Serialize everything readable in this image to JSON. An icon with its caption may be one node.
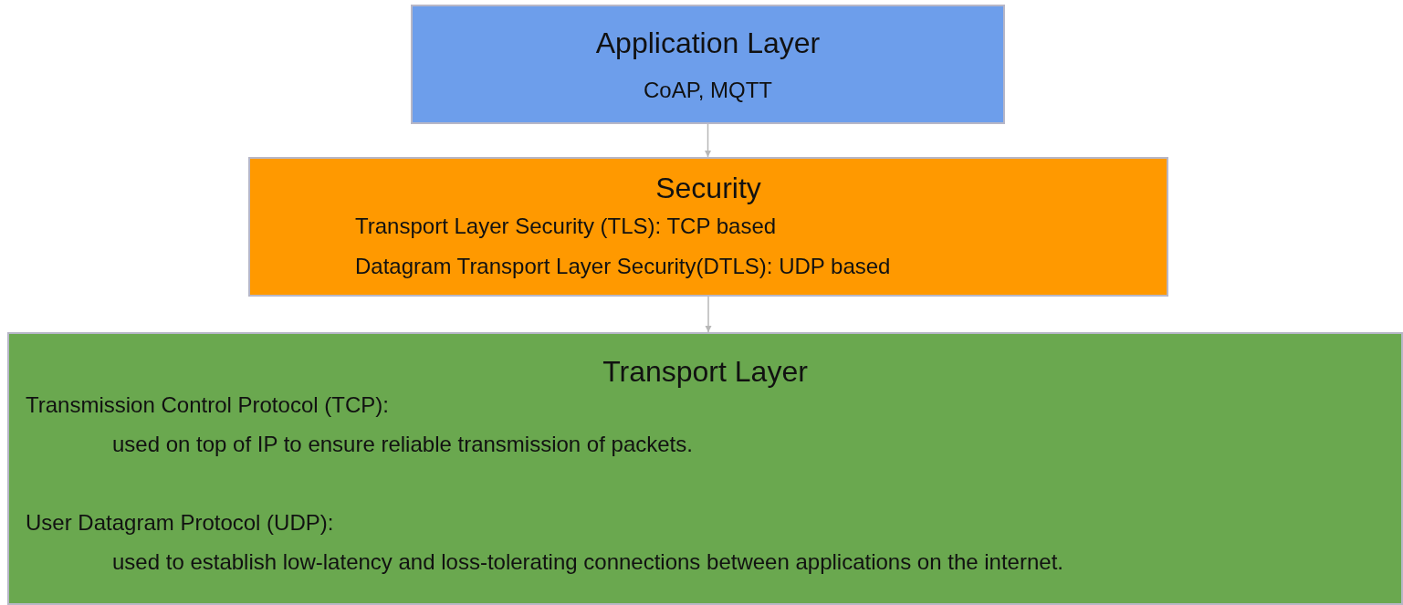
{
  "diagram": {
    "nodes": [
      {
        "text": [
          "Application Layer",
          "CoAP, MQTT"
        ]
      },
      {
        "text": [
          "Security",
          "Transport Layer Security (TLS): TCP based",
          "Datagram Transport Layer Security(DTLS): UDP based"
        ]
      },
      {
        "text": [
          "Transport Layer",
          "Transmission Control Protocol (TCP):",
          "used on top of IP to ensure reliable transmission of packets.",
          "User Datagram Protocol (UDP):",
          "used to establish low-latency and loss-tolerating connections between applications on the internet."
        ]
      }
    ],
    "edges": [
      {
        "from": 0,
        "to": 1,
        "arrow": "to"
      },
      {
        "from": 1,
        "to": 2,
        "arrow": "to"
      }
    ]
  }
}
